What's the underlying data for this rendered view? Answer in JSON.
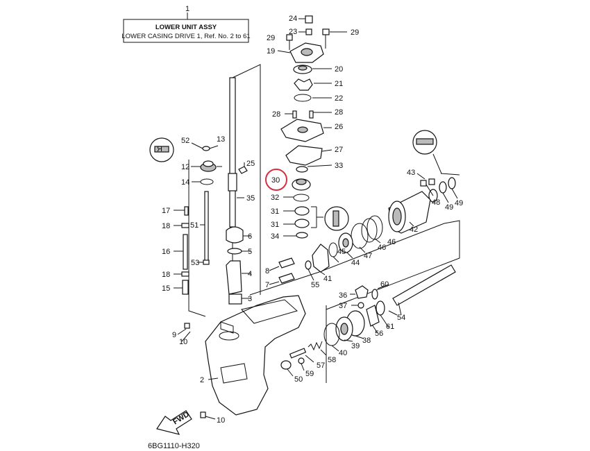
{
  "title_box": {
    "number": "1",
    "line1": "LOWER UNIT ASSY",
    "line2": "LOWER CASING DRIVE 1,  Ref. No. 2 to 61"
  },
  "drawing_code": "6BG1110-H320",
  "fwd_label": "FWD",
  "highlighted_callout": "30",
  "colors": {
    "highlight": "#d32f3f",
    "line": "#111111"
  },
  "icons": [
    "sealant-tube-icon",
    "sealant-tube-icon",
    "sealant-tube-icon",
    "sealant-tube-icon"
  ],
  "callouts": [
    "24",
    "23",
    "29",
    "29",
    "19",
    "20",
    "21",
    "22",
    "28",
    "28",
    "26",
    "27",
    "33",
    "30",
    "32",
    "31",
    "31",
    "34",
    "25",
    "35",
    "13",
    "52",
    "12",
    "14",
    "17",
    "18",
    "51",
    "16",
    "53",
    "18",
    "15",
    "6",
    "5",
    "4",
    "3",
    "8",
    "7",
    "9",
    "10",
    "2",
    "10",
    "43",
    "48",
    "49",
    "49",
    "42",
    "46",
    "46",
    "47",
    "44",
    "45",
    "41",
    "55",
    "60",
    "36",
    "37",
    "54",
    "61",
    "56",
    "38",
    "39",
    "40",
    "58",
    "57",
    "59",
    "50"
  ]
}
